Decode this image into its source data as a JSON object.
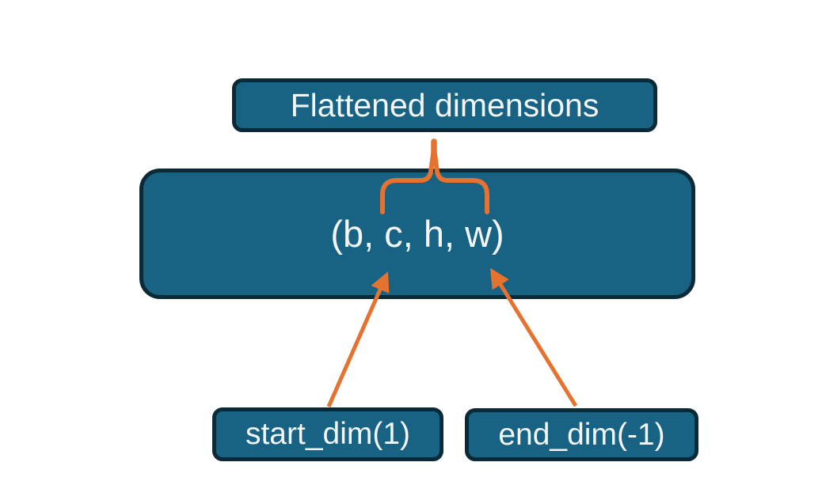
{
  "diagram": {
    "nodes": {
      "flattened": {
        "label": "Flattened dimensions"
      },
      "tensor": {
        "label": "(b, c, h, w)"
      },
      "start_dim": {
        "label": "start_dim(1)"
      },
      "end_dim": {
        "label": "end_dim(-1)"
      }
    },
    "connectors": [
      {
        "name": "flatten-brace",
        "type": "brace",
        "from": "flattened",
        "spans": "c, h, w"
      },
      {
        "name": "start-dim-arrow",
        "type": "arrow",
        "from": "start_dim",
        "to": "c"
      },
      {
        "name": "end-dim-arrow",
        "type": "arrow",
        "from": "end_dim",
        "to": "w"
      }
    ],
    "colors": {
      "node_fill": "#186283",
      "node_border": "#0b2a37",
      "connector_orange": "#e5722e",
      "text": "#f2f5f4",
      "background": "#ffffff"
    }
  }
}
